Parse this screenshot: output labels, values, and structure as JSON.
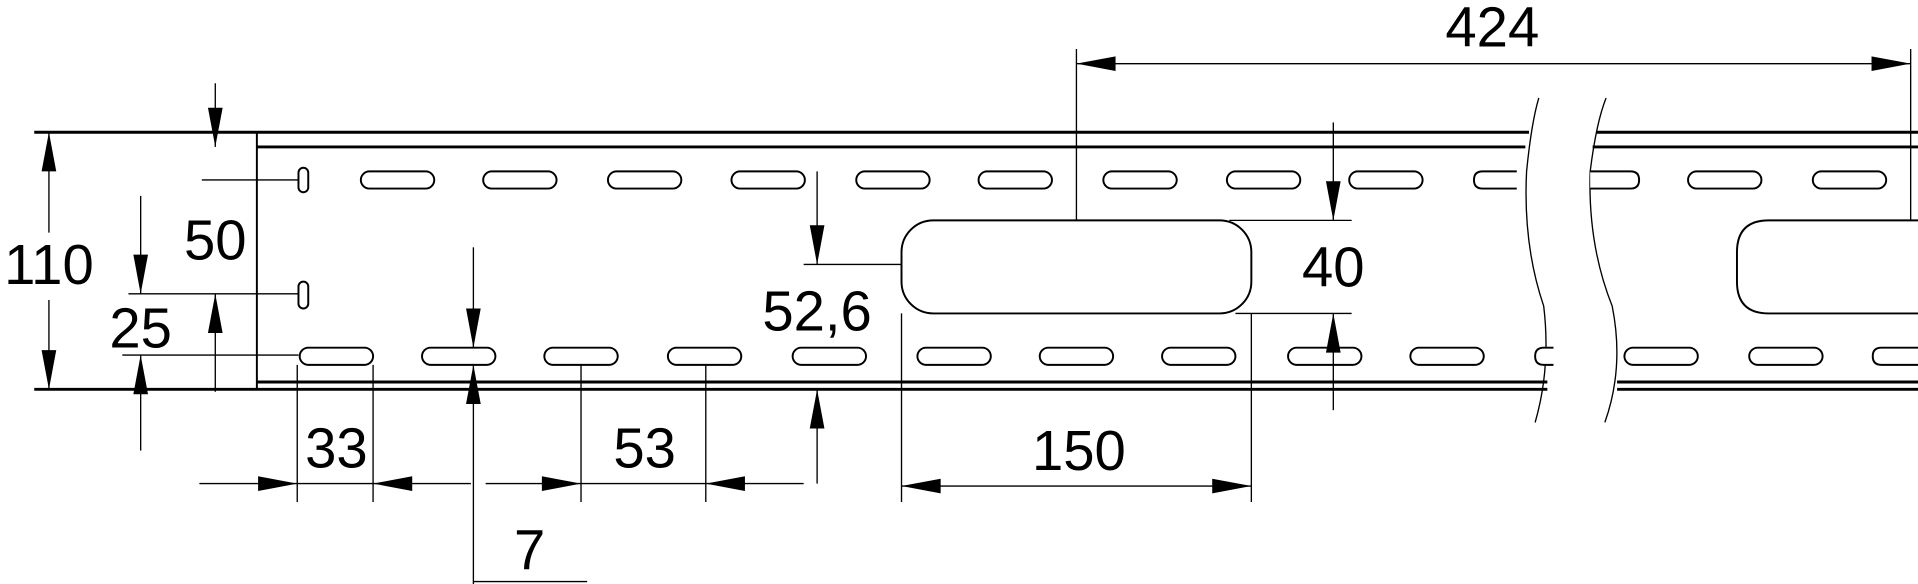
{
  "drawing": {
    "dimensions": {
      "pitch_large_window": "424",
      "total_height": "110",
      "top_offset": "50",
      "slot_spacing_vertical": "25",
      "window_offset": "52,6",
      "window_height": "40",
      "slot_width": "33",
      "slot_pitch": "53",
      "window_width": "150",
      "slot_height": "7"
    },
    "line_color": "#000000",
    "background_color": "#ffffff"
  }
}
